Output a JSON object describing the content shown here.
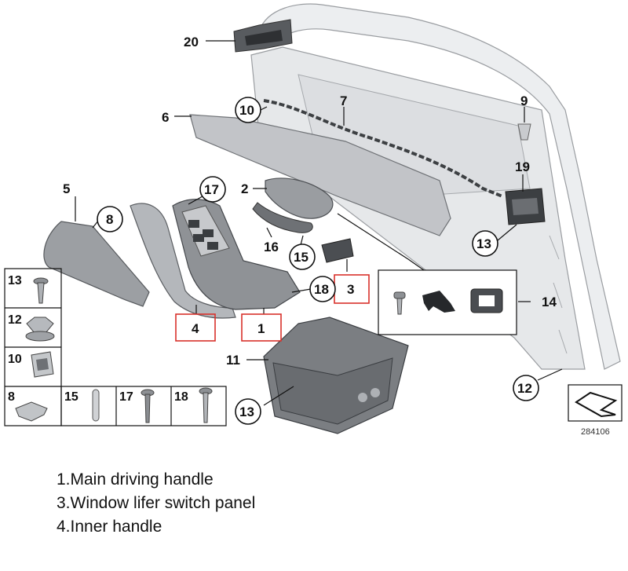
{
  "diagram": {
    "callouts": {
      "c1": "1",
      "c2": "2",
      "c3": "3",
      "c4": "4",
      "c5": "5",
      "c6": "6",
      "c7": "7",
      "c8": "8",
      "c9": "9",
      "c10": "10",
      "c11": "11",
      "c12": "12",
      "c13a": "13",
      "c13b": "13",
      "c14": "14",
      "c15": "15",
      "c16": "16",
      "c17": "17",
      "c18": "18",
      "c19": "19",
      "c20": "20"
    },
    "legend": {
      "r13": "13",
      "r12": "12",
      "r10": "10",
      "r8": "8",
      "r15": "15",
      "r17": "17",
      "r18": "18"
    },
    "diagram_code": "284106"
  },
  "captions": [
    "1.Main driving handle",
    "3.Window lifer switch panel",
    "4.Inner handle"
  ],
  "colors": {
    "highlight": "#d9312b",
    "part_fill": "#b9bcc0",
    "door_fill": "#e9ebed"
  }
}
